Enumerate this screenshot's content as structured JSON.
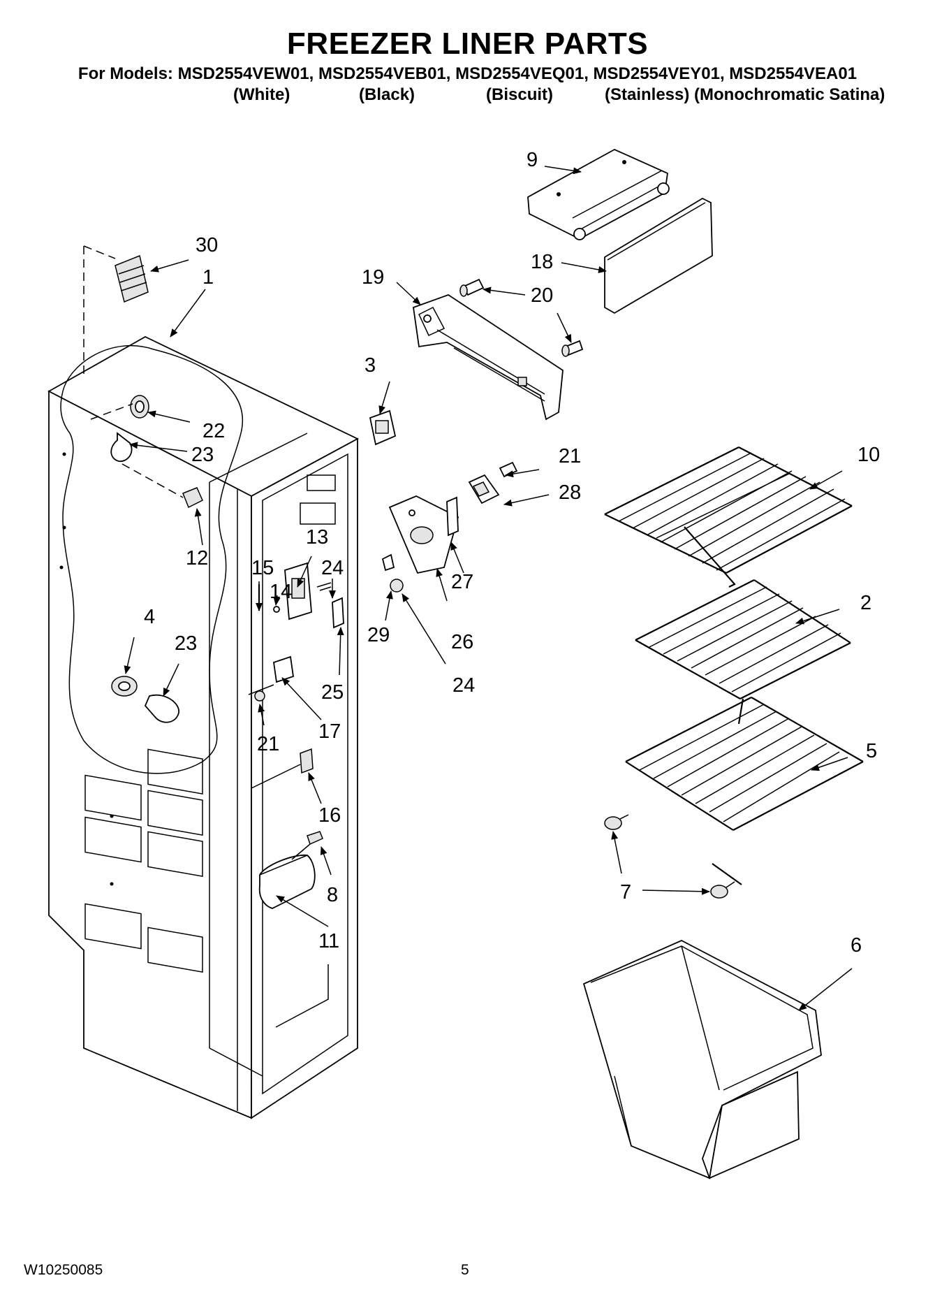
{
  "header": {
    "title": "FREEZER LINER PARTS",
    "models": "For Models: MSD2554VEW01, MSD2554VEB01, MSD2554VEQ01, MSD2554VEY01, MSD2554VEA01",
    "colors": [
      "(White)",
      "(Black)",
      "(Biscuit)",
      "(Stainless) (Monochromatic Satina)"
    ]
  },
  "callouts": [
    "1",
    "2",
    "3",
    "4",
    "5",
    "6",
    "7",
    "8",
    "9",
    "10",
    "11",
    "12",
    "13",
    "14",
    "15",
    "16",
    "17",
    "18",
    "19",
    "20",
    "20",
    "21",
    "21",
    "22",
    "23",
    "23",
    "24",
    "24",
    "25",
    "26",
    "27",
    "28",
    "29",
    "30"
  ],
  "footer": {
    "doc_number": "W10250085",
    "page_number": "5"
  }
}
